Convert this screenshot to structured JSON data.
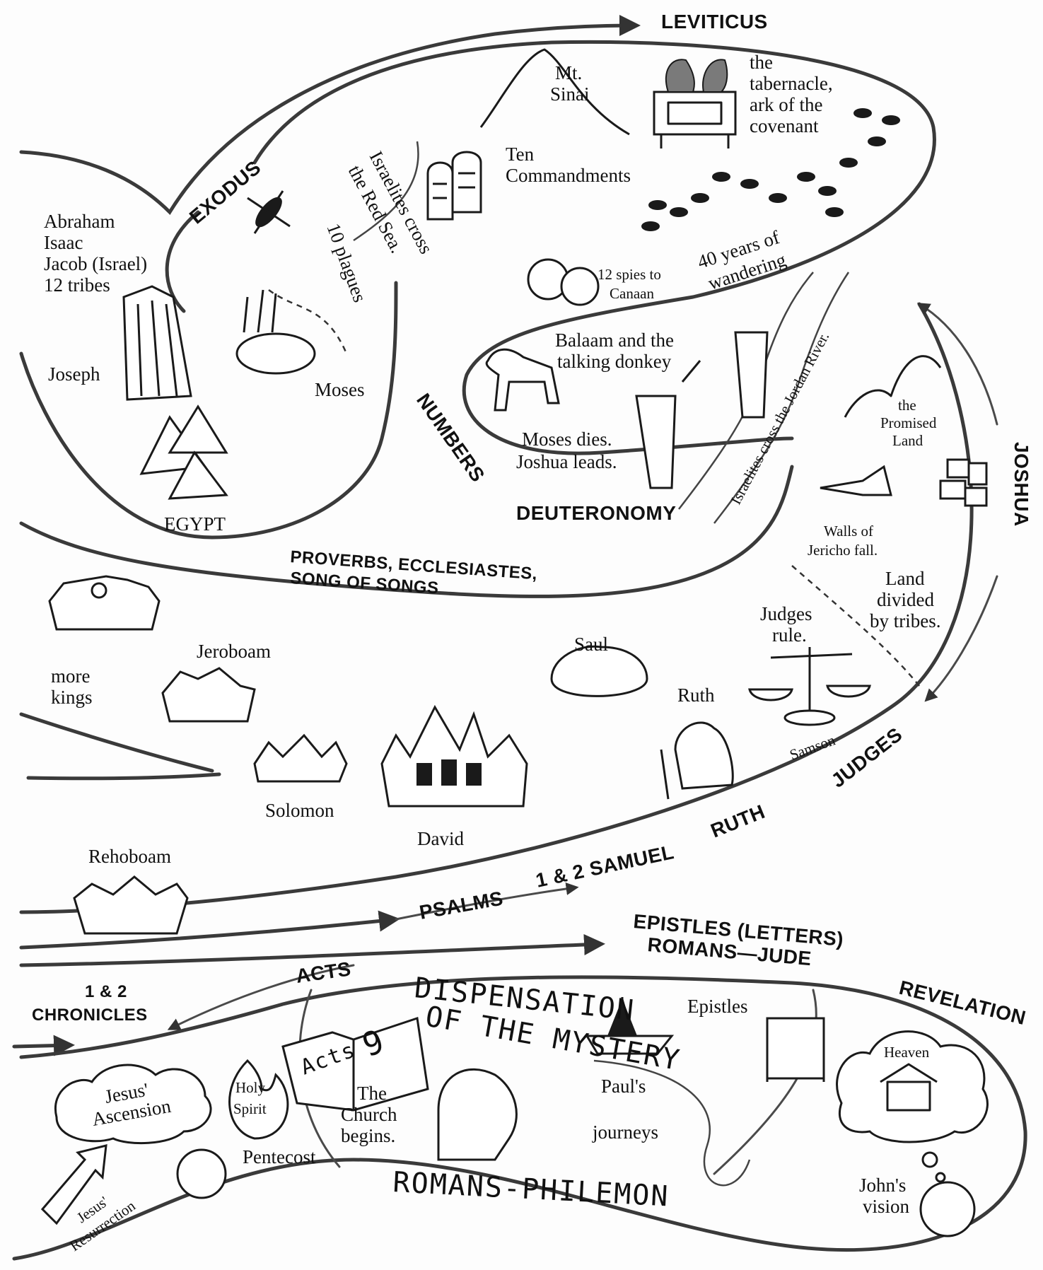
{
  "books": {
    "leviticus": "LEVITICUS",
    "exodus": "EXODUS",
    "numbers": "NUMBERS",
    "deuteronomy": "DEUTERONOMY",
    "joshua": "JOSHUA",
    "wisdom_line1": "PROVERBS, ECCLESIASTES,",
    "wisdom_line2": "SONG OF SONGS",
    "judges": "JUDGES",
    "ruth": "RUTH",
    "samuel": "1 & 2 SAMUEL",
    "psalms": "PSALMS",
    "acts": "ACTS",
    "chronicles_line1": "1 & 2",
    "chronicles_line2": "CHRONICLES",
    "epistles_line1": "EPISTLES (LETTERS)",
    "epistles_line2": "ROMANS—JUDE",
    "revelation": "REVELATION"
  },
  "labels": {
    "mt_sinai_1": "Mt.",
    "mt_sinai_2": "Sinai",
    "tabernacle_1": "the",
    "tabernacle_2": "tabernacle,",
    "tabernacle_3": "ark of the",
    "tabernacle_4": "covenant",
    "ten_commandments_1": "Ten",
    "ten_commandments_2": "Commandments",
    "red_sea_1": "Israelites cross",
    "red_sea_2": "the Red Sea.",
    "plagues": "10 plagues",
    "patriarchs": [
      "Abraham",
      "Isaac",
      "Jacob (Israel)",
      "12 tribes"
    ],
    "joseph": "Joseph",
    "moses": "Moses",
    "egypt": "EGYPT",
    "spies_1": "12 spies to",
    "spies_2": "Canaan",
    "wandering_1": "40 years of",
    "wandering_2": "wandering",
    "balaam_1": "Balaam and the",
    "balaam_2": "talking donkey",
    "moses_dies_1": "Moses dies.",
    "moses_dies_2": "Joshua leads.",
    "jordan": "Israelites cross the Jordan River.",
    "promised_land": [
      "the",
      "Promised",
      "Land"
    ],
    "jericho_1": "Walls of",
    "jericho_2": "Jericho fall.",
    "land_divided": [
      "Land",
      "divided",
      "by tribes."
    ],
    "judges_rule_1": "Judges",
    "judges_rule_2": "rule.",
    "ruth": "Ruth",
    "samson": "Samson",
    "saul": "Saul",
    "david": "David",
    "solomon": "Solomon",
    "jeroboam": "Jeroboam",
    "more_kings_1": "more",
    "more_kings_2": "kings",
    "rehoboam": "Rehoboam",
    "ascension_1": "Jesus'",
    "ascension_2": "Ascension",
    "holy_spirit_1": "Holy",
    "holy_spirit_2": "Spirit",
    "pentecost": "Pentecost",
    "resurrection_1": "Jesus'",
    "resurrection_2": "Resurrection",
    "acts_book": "Acts",
    "acts_chapter": "9",
    "church_1": "The",
    "church_2": "Church",
    "church_3": "begins.",
    "dispensation_1": "DISPENSATION",
    "dispensation_2": "OF THE MYSTERY",
    "pauls_1": "Paul's",
    "pauls_2": "journeys",
    "epistles": "Epistles",
    "heaven": "Heaven",
    "johns_vision_1": "John's",
    "johns_vision_2": "vision",
    "romans_philemon": "ROMANS-PHILEMON"
  },
  "colors": {
    "ink": "#1a1a1a",
    "path": "#3a3a3a",
    "paper": "#fdfdfd"
  }
}
